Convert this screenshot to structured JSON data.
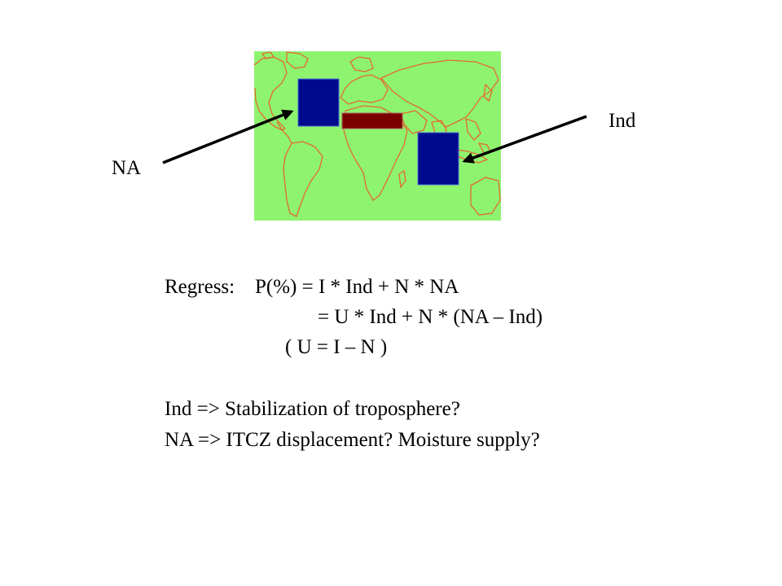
{
  "map": {
    "colors": {
      "land_bg": "#8ef46f",
      "coast": "#e46a2c",
      "box": "#000a8e",
      "band": "#7a0000",
      "arrow": "#000000"
    },
    "labels": {
      "na": "NA",
      "ind": "Ind"
    }
  },
  "equations": {
    "line1_prefix": "Regress:",
    "line1": "P(%) = I * Ind + N * NA",
    "line2": "= U * Ind + N * (NA – Ind)",
    "line3": "( U = I – N )"
  },
  "notes": {
    "ind": "Ind => Stabilization of troposphere?",
    "na": "NA => ITCZ displacement? Moisture supply?"
  }
}
